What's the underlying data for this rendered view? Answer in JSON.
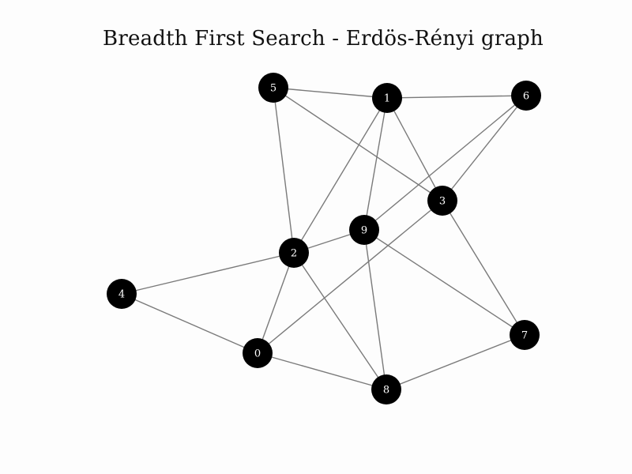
{
  "title": "Breadth First Search - Erdös-Rényi graph",
  "colors": {
    "node": "#000000",
    "edge": "#7a7a7a",
    "label": "#ffffff",
    "background": "#fdfdfd"
  },
  "graph": {
    "nodes": [
      {
        "id": "0",
        "label": "0"
      },
      {
        "id": "1",
        "label": "1"
      },
      {
        "id": "2",
        "label": "2"
      },
      {
        "id": "3",
        "label": "3"
      },
      {
        "id": "4",
        "label": "4"
      },
      {
        "id": "5",
        "label": "5"
      },
      {
        "id": "6",
        "label": "6"
      },
      {
        "id": "7",
        "label": "7"
      },
      {
        "id": "8",
        "label": "8"
      },
      {
        "id": "9",
        "label": "9"
      }
    ],
    "edges": [
      [
        "5",
        "1"
      ],
      [
        "1",
        "6"
      ],
      [
        "5",
        "3"
      ],
      [
        "5",
        "2"
      ],
      [
        "1",
        "2"
      ],
      [
        "1",
        "9"
      ],
      [
        "1",
        "3"
      ],
      [
        "6",
        "9"
      ],
      [
        "6",
        "3"
      ],
      [
        "3",
        "0"
      ],
      [
        "3",
        "7"
      ],
      [
        "9",
        "2"
      ],
      [
        "9",
        "8"
      ],
      [
        "9",
        "7"
      ],
      [
        "2",
        "4"
      ],
      [
        "2",
        "0"
      ],
      [
        "2",
        "8"
      ],
      [
        "4",
        "0"
      ],
      [
        "0",
        "8"
      ],
      [
        "8",
        "7"
      ]
    ]
  }
}
